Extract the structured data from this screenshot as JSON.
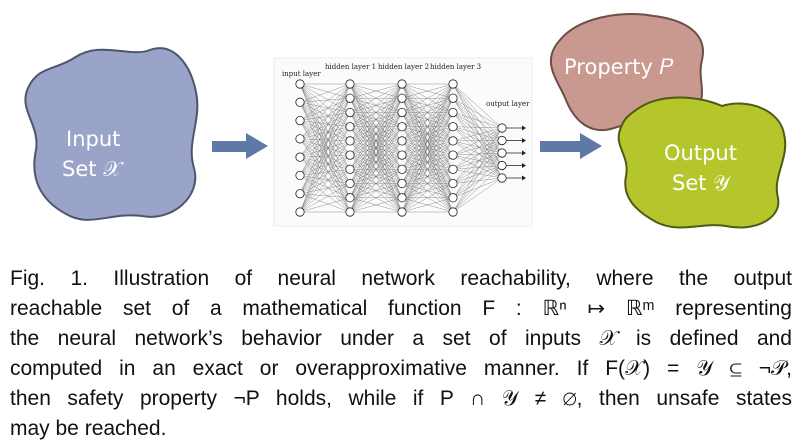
{
  "figure": {
    "input_set": {
      "line1": "Input",
      "line2": "Set 𝒳",
      "color": "#9aa3c8"
    },
    "network": {
      "labels": [
        "input layer",
        "hidden layer 1",
        "hidden layer 2",
        "hidden layer 3",
        "output layer"
      ],
      "layers": [
        8,
        10,
        10,
        10,
        5
      ]
    },
    "property": {
      "label": "Property 𝑃",
      "color": "#c9998f"
    },
    "output_set": {
      "line1": "Output",
      "line2": "Set 𝒴",
      "color": "#b5c62c"
    },
    "arrow_color": "#5f79a6"
  },
  "caption": {
    "lines": [
      "Fig. 1. Illustration of neural network reachability, where the output",
      "reachable set of a mathematical function F : ℝⁿ ↦ ℝᵐ representing",
      "the neural network’s behavior under a set of inputs 𝒳 is defined and",
      "computed in an exact or overapproximative manner. If F(𝒳) = 𝒴 ⊆ ¬𝒫,",
      "then safety property ¬P holds, while if P ∩ 𝒴 ≠ ∅, then unsafe states",
      "may be reached."
    ]
  }
}
